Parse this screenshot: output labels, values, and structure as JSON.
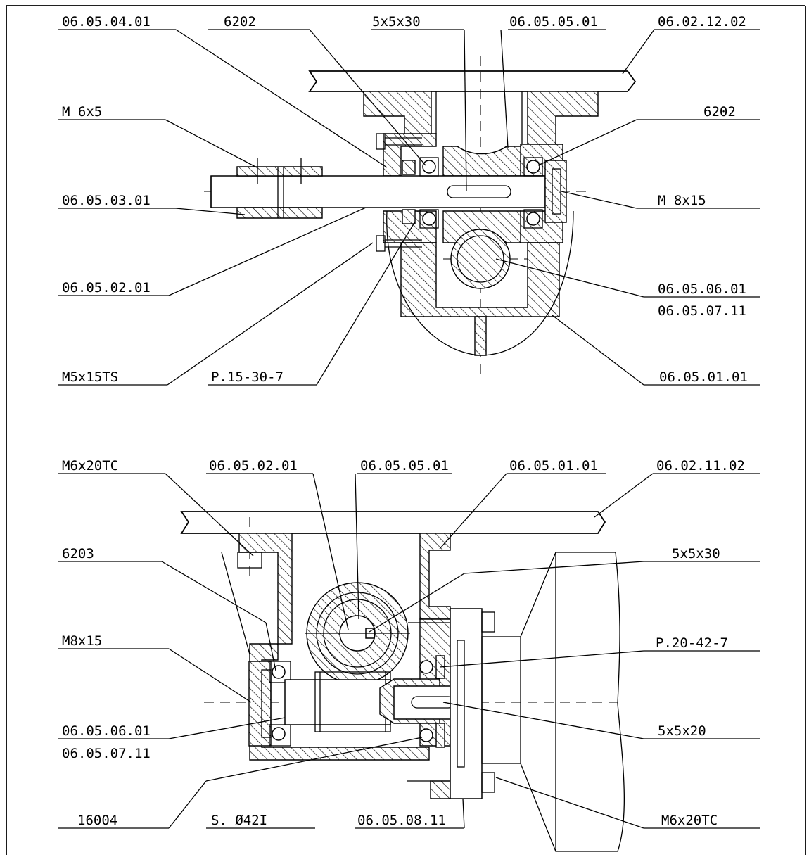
{
  "top_view": {
    "labels_left": [
      "06.05.04.01",
      "M  6x5",
      "06.05.03.01",
      "06.05.02.01",
      "M5x15TS"
    ],
    "labels_top": [
      "6202",
      "5x5x30",
      "06.05.05.01",
      "06.02.12.02"
    ],
    "labels_right": [
      "6202",
      "M  8x15",
      "06.05.06.01",
      "06.05.07.11",
      "06.05.01.01"
    ],
    "label_bottom": "P.15-30-7"
  },
  "bottom_view": {
    "labels_left": [
      "M6x20TC",
      "6203",
      "M8x15",
      "06.05.06.01",
      "06.05.07.11",
      "16004"
    ],
    "labels_top": [
      "06.05.02.01",
      "06.05.05.01",
      "06.05.01.01",
      "06.02.11.02"
    ],
    "labels_right": [
      "5x5x30",
      "P.20-42-7",
      "5x5x20",
      "M6x20TC"
    ],
    "labels_bottom": [
      "S.  Ø42I",
      "06.05.08.11"
    ]
  }
}
